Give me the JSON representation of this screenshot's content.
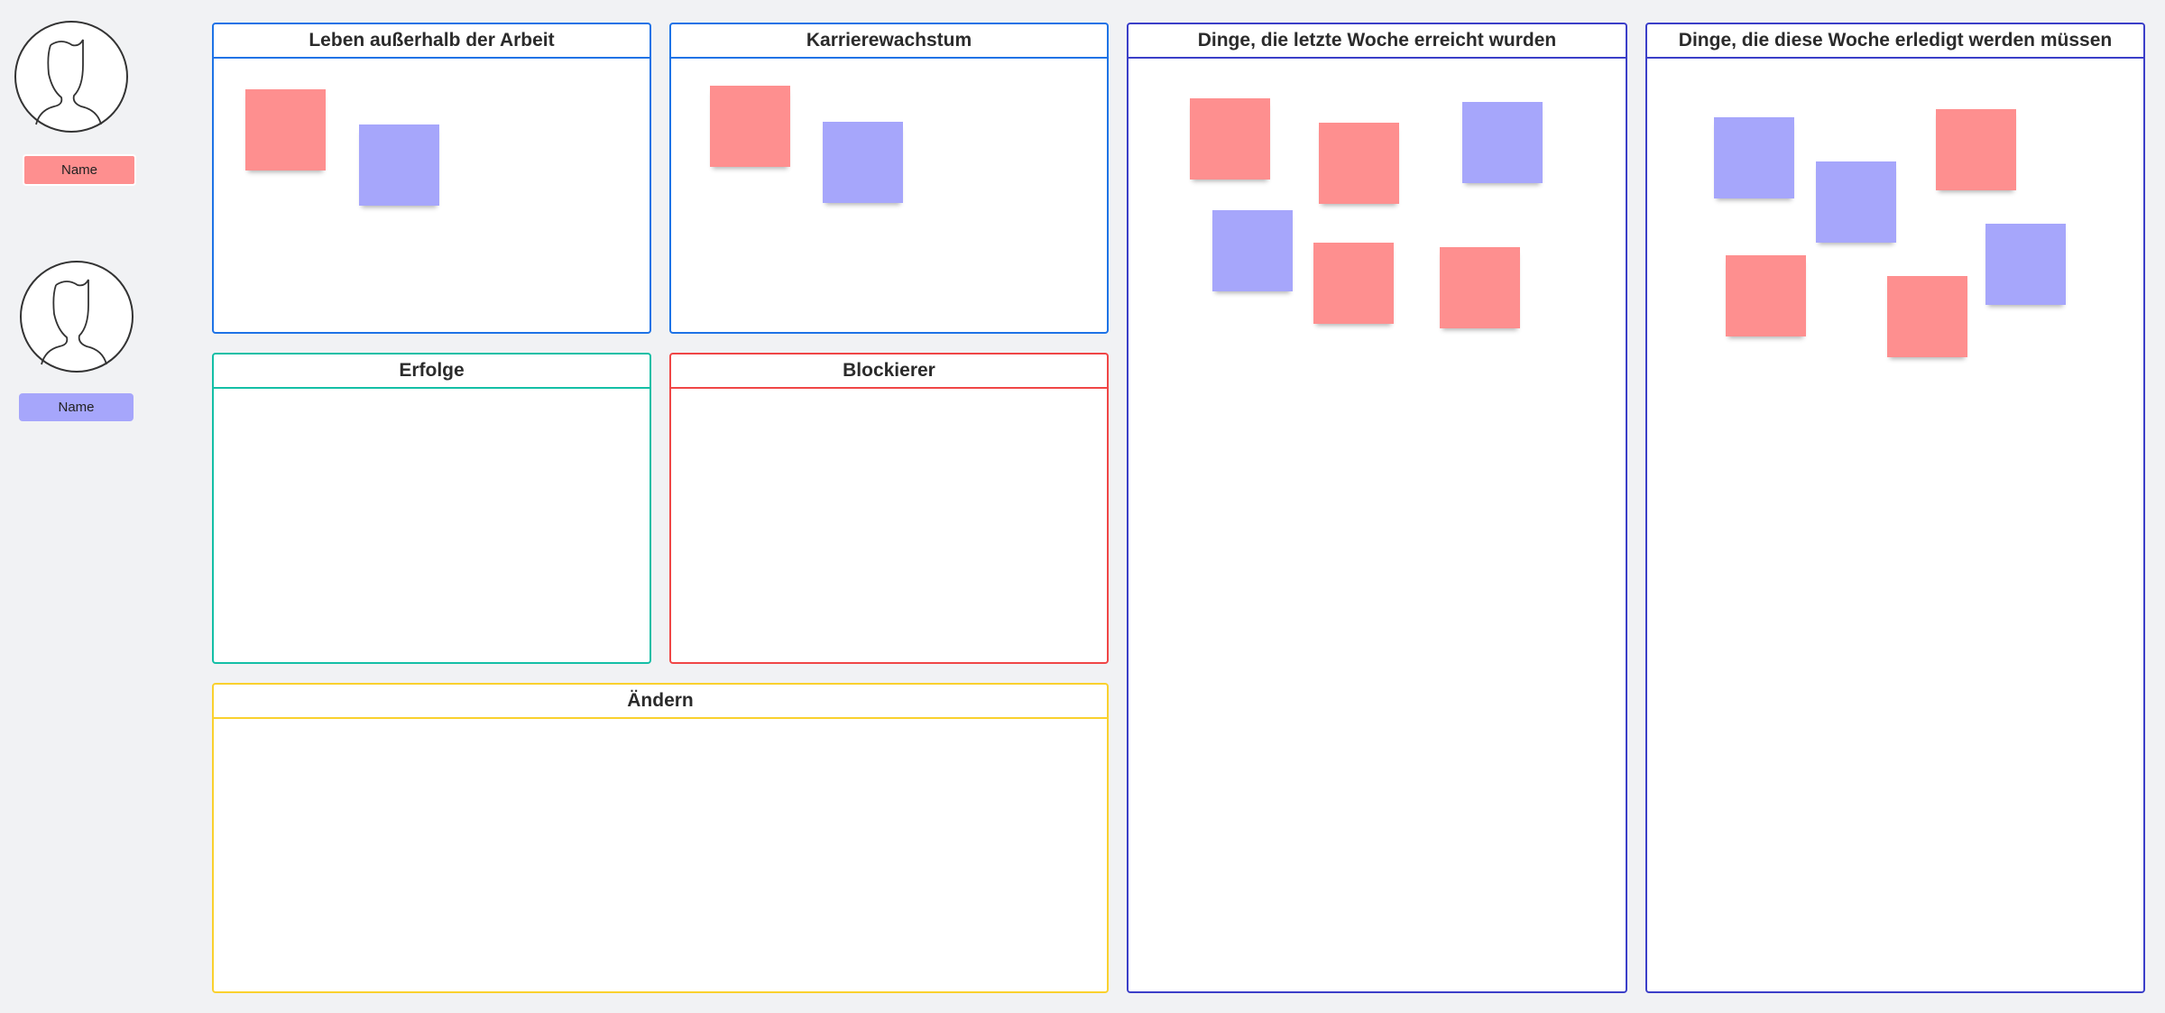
{
  "people": [
    {
      "name": "Name",
      "color": "#fe8f8f"
    },
    {
      "name": "Name",
      "color": "#a6a6fb"
    }
  ],
  "frames": {
    "leben": {
      "title": "Leben außerhalb der Arbeit",
      "color": "#1e73e6"
    },
    "karriere": {
      "title": "Karrierewachstum",
      "color": "#1e73e6"
    },
    "erfolge": {
      "title": "Erfolge",
      "color": "#14bfa6"
    },
    "blockierer": {
      "title": "Blockierer",
      "color": "#f04646"
    },
    "aendern": {
      "title": "Ändern",
      "color": "#fad12e"
    },
    "letzte": {
      "title": "Dinge, die letzte Woche erreicht wurden",
      "color": "#3b3fc8"
    },
    "diese": {
      "title": "Dinge, die diese Woche erledigt werden müssen",
      "color": "#3b3fc8"
    }
  },
  "sticky_colors": {
    "red": "#fe8f8f",
    "blue": "#a6a6fb"
  }
}
